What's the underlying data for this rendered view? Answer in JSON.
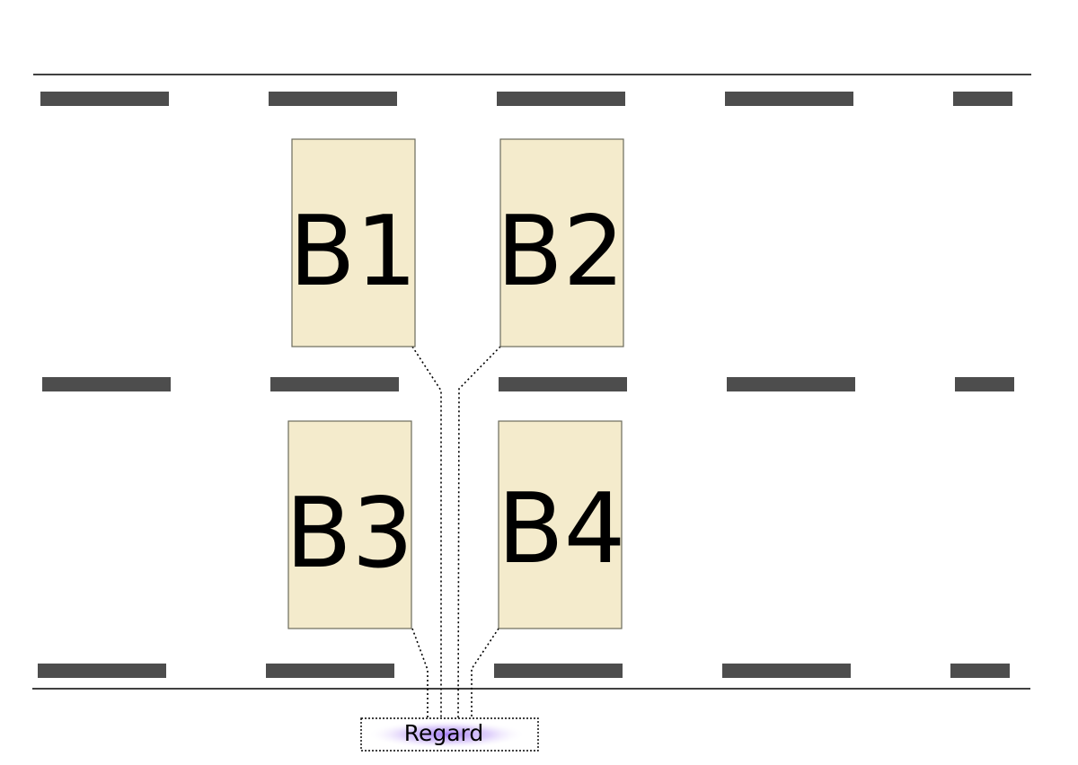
{
  "colors": {
    "background": "#ffffff",
    "line": "#000000",
    "dash": "#4d4d4d",
    "block_fill": "#f4ebcc",
    "block_stroke": "#6b6b5c",
    "regard_glow": "#b18cf5",
    "dotted": "#000000"
  },
  "blocks": [
    {
      "id": "b1",
      "label": "B1"
    },
    {
      "id": "b2",
      "label": "B2"
    },
    {
      "id": "b3",
      "label": "B3"
    },
    {
      "id": "b4",
      "label": "B4"
    }
  ],
  "regard": {
    "label": "Regard"
  }
}
